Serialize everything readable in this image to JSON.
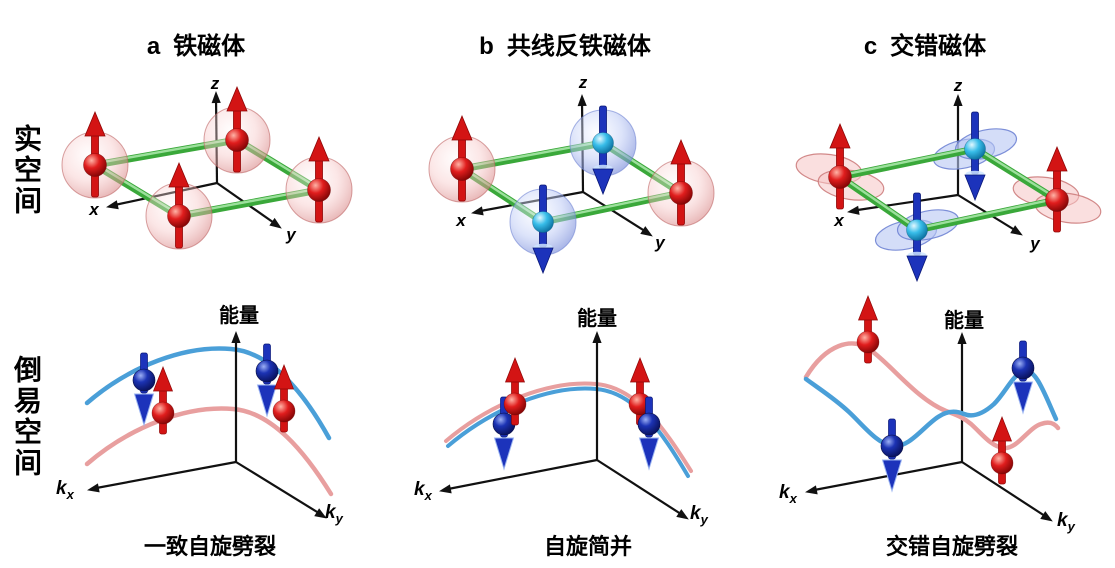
{
  "row_labels": {
    "top": "实空间",
    "bottom": "倒易空间"
  },
  "panels": [
    {
      "letter": "a",
      "title": "铁磁体",
      "caption": "一致自旋劈裂",
      "real_space": {
        "atoms": [
          {
            "position": "left",
            "spin": "up",
            "color": "red",
            "density": "sphere"
          },
          {
            "position": "top",
            "spin": "up",
            "color": "red",
            "density": "sphere"
          },
          {
            "position": "bottom",
            "spin": "up",
            "color": "red",
            "density": "sphere"
          },
          {
            "position": "right",
            "spin": "up",
            "color": "red",
            "density": "sphere"
          }
        ]
      },
      "reciprocal_space": {
        "bands": [
          {
            "spin": "down",
            "color": "#4a9fd8",
            "relative_energy": "upper"
          },
          {
            "spin": "up",
            "color": "#e89f9f",
            "relative_energy": "lower"
          }
        ],
        "splitting": "uniform spin splitting"
      }
    },
    {
      "letter": "b",
      "title": "共线反铁磁体",
      "caption": "自旋简并",
      "real_space": {
        "atoms": [
          {
            "position": "left",
            "spin": "up",
            "color": "red",
            "density": "sphere"
          },
          {
            "position": "top",
            "spin": "down",
            "color": "blue",
            "density": "sphere"
          },
          {
            "position": "bottom",
            "spin": "down",
            "color": "blue",
            "density": "sphere"
          },
          {
            "position": "right",
            "spin": "up",
            "color": "red",
            "density": "sphere"
          }
        ]
      },
      "reciprocal_space": {
        "bands": [
          {
            "spin": "up",
            "color": "#e89f9f",
            "relative_energy": "degenerate"
          },
          {
            "spin": "down",
            "color": "#4a9fd8",
            "relative_energy": "degenerate"
          }
        ],
        "splitting": "spin degenerate"
      }
    },
    {
      "letter": "c",
      "title": "交错磁体",
      "caption": "交错自旋劈裂",
      "real_space": {
        "atoms": [
          {
            "position": "left",
            "spin": "up",
            "color": "red",
            "density": "anisotropic-lobes"
          },
          {
            "position": "top",
            "spin": "down",
            "color": "blue",
            "density": "anisotropic-lobes"
          },
          {
            "position": "bottom",
            "spin": "down",
            "color": "blue",
            "density": "anisotropic-lobes"
          },
          {
            "position": "right",
            "spin": "up",
            "color": "red",
            "density": "anisotropic-lobes"
          }
        ]
      },
      "reciprocal_space": {
        "bands": [
          {
            "spin": "up",
            "color": "#e89f9f",
            "relative_energy": "high along kx, low along ky"
          },
          {
            "spin": "down",
            "color": "#4a9fd8",
            "relative_energy": "low along kx, high along ky"
          }
        ],
        "splitting": "alternating spin splitting"
      }
    }
  ],
  "axis_labels": {
    "real_space": {
      "x": "x",
      "y": "y",
      "z": "z"
    },
    "reciprocal_space": {
      "energy": "能量",
      "k": "k",
      "kx_subscript": "x",
      "ky_subscript": "y"
    }
  },
  "colors": {
    "spin_up_red": "#d31414",
    "spin_down_blue": "#1c33bb",
    "cyan_atom": "#38bde9",
    "green_bond": "#3aa83a",
    "pink_band": "#e89f9f",
    "blue_band": "#4a9fd8",
    "pink_shell": "#f2c4c4",
    "blue_shell": "#b7c6f3",
    "axis_black": "#111111"
  }
}
